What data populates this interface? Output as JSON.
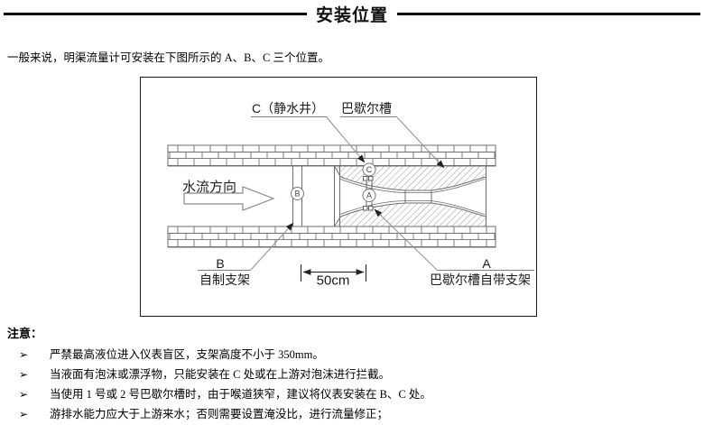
{
  "page": {
    "title": "安装位置",
    "intro": "一般来说，明渠流量计可安装在下图所示的 A、B、C 三个位置。"
  },
  "diagram": {
    "labels": {
      "stilling_well": "C（静水井）",
      "parshall_flume": "巴歇尔槽",
      "flow_direction": "水流方向",
      "point_b": "B",
      "b_bracket": "自制支架",
      "point_a": "A",
      "a_bracket": "巴歇尔槽自带支架",
      "dimension": "50cm",
      "marker_a": "A",
      "marker_b": "B",
      "marker_c": "C"
    }
  },
  "notes": {
    "heading": "注意：",
    "bullet_icon": "➢",
    "items": [
      "严禁最高液位进入仪表盲区，支架高度不小于 350mm。",
      "当液面有泡沫或漂浮物，只能安装在 C 处或在上游对泡沫进行拦截。",
      "当使用 1 号或 2 号巴歇尔槽时，由于喉道狭窄，建议将仪表安装在 B、C 处。",
      "游排水能力应大于上游来水；否则需要设置淹没比，进行流量修正；"
    ]
  }
}
